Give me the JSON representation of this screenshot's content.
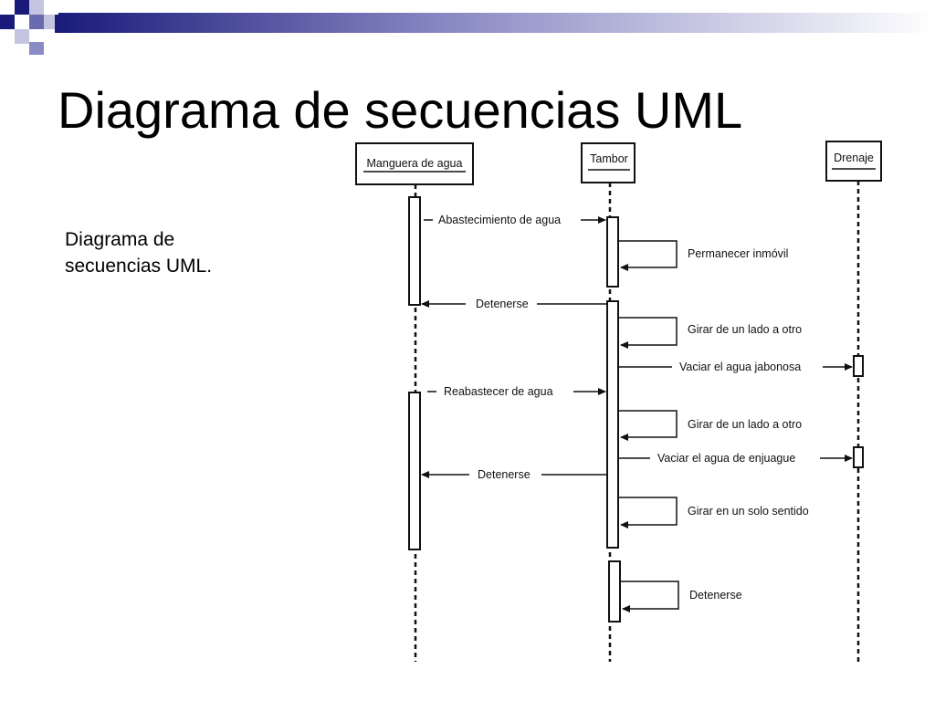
{
  "slide": {
    "title": "Diagrama de secuencias UML",
    "bullet": "Diagrama de secuencias UML."
  },
  "header_colors": {
    "dark": "#1a1a7a",
    "mid": "#6a6ab0",
    "light": "#c4c4e0"
  },
  "diagram": {
    "lifelines": [
      {
        "name": "Manguera de agua"
      },
      {
        "name": "Tambor"
      },
      {
        "name": "Drenaje"
      }
    ],
    "messages": [
      {
        "label": "Abastecimiento de agua"
      },
      {
        "label": "Permanecer inmóvil"
      },
      {
        "label": "Detenerse"
      },
      {
        "label": "Girar de un lado a otro"
      },
      {
        "label": "Vaciar el agua jabonosa"
      },
      {
        "label": "Reabastecer de agua"
      },
      {
        "label": "Girar de un lado a otro"
      },
      {
        "label": "Vaciar el agua de enjuague"
      },
      {
        "label": "Detenerse"
      },
      {
        "label": "Girar en un solo sentido"
      },
      {
        "label": "Detenerse"
      }
    ]
  }
}
